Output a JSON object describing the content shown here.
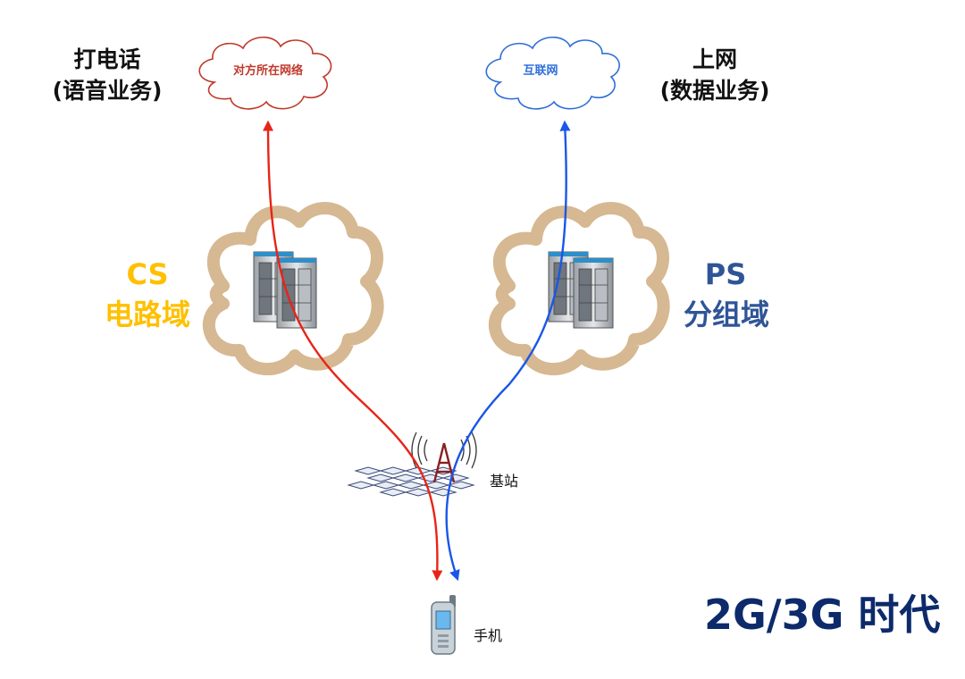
{
  "colors": {
    "voice": "#e82418",
    "data": "#1a57e6",
    "cs": "#ffc000",
    "ps": "#2f5597",
    "red_cloud": "#c0392b",
    "blue_cloud": "#2e6fd8",
    "core_cloud": "#d6b892",
    "era": "#0d2a6b"
  },
  "voice_service": {
    "title": "打电话",
    "subtitle": "(语音业务)",
    "destination": "对方所在网络"
  },
  "data_service": {
    "title": "上网",
    "subtitle": "(数据业务)",
    "destination": "互联网"
  },
  "cs_domain": {
    "title": "CS",
    "subtitle": "电路域",
    "icon": "server-rack-icon"
  },
  "ps_domain": {
    "title": "PS",
    "subtitle": "分组域",
    "icon": "server-rack-icon"
  },
  "base_station": {
    "label": "基站",
    "icon": "radio-tower-icon"
  },
  "handset": {
    "label": "手机",
    "icon": "mobile-phone-icon"
  },
  "era": {
    "title": "2G/3G 时代"
  }
}
